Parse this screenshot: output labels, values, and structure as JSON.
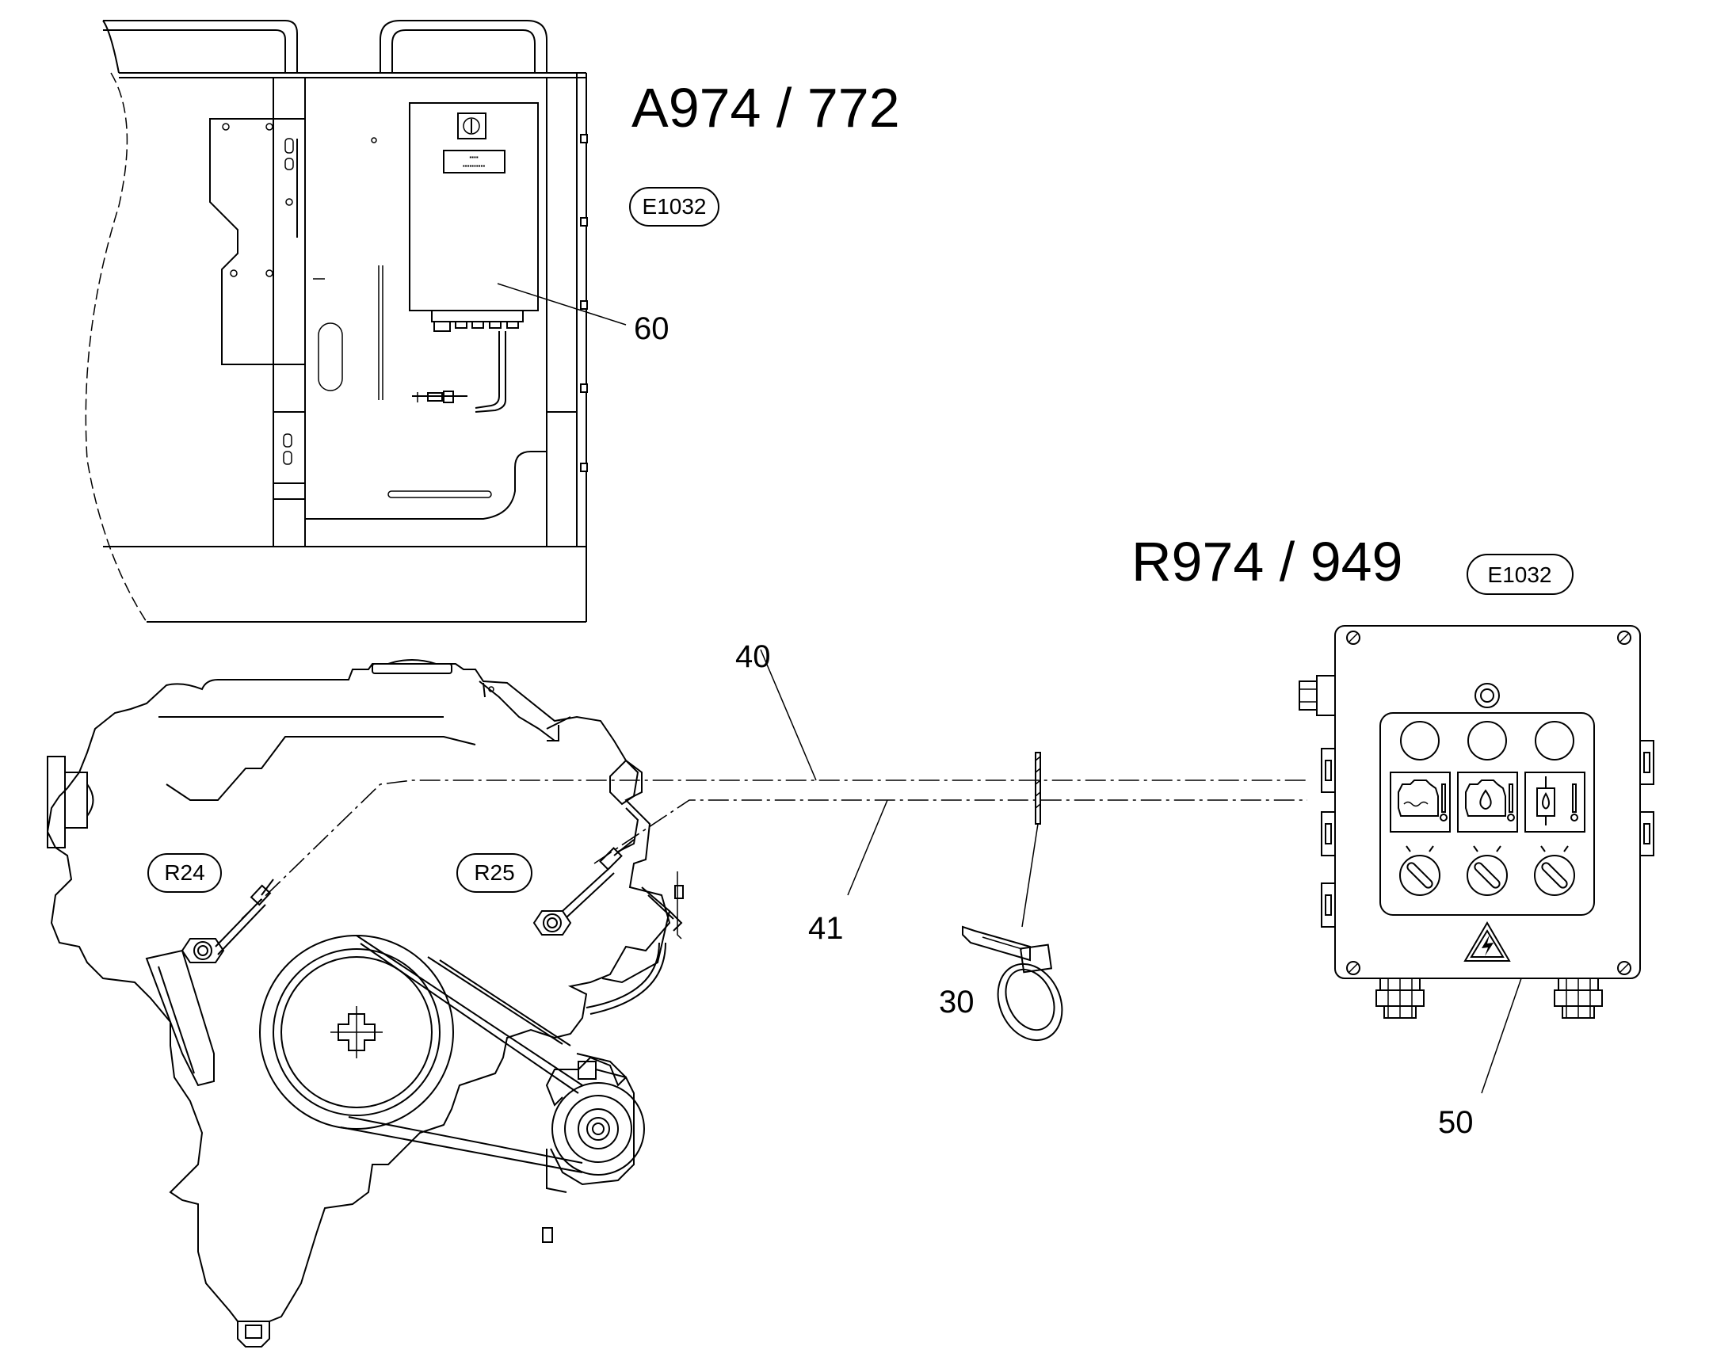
{
  "titles": {
    "upper": "A974 / 772",
    "lower": "R974 / 949"
  },
  "badges": {
    "upper": "E1032",
    "lower": "E1032"
  },
  "engine_tags": {
    "left": "R24",
    "right": "R25"
  },
  "callouts": {
    "c60": "60",
    "c40": "40",
    "c41": "41",
    "c30": "30",
    "c50": "50"
  },
  "icons": {
    "engine_temp": "engine-coolant-temperature-icon",
    "oil_temp": "oil-temperature-icon",
    "fuel_temp": "fuel-temperature-icon",
    "warning": "high-voltage-warning-icon"
  }
}
